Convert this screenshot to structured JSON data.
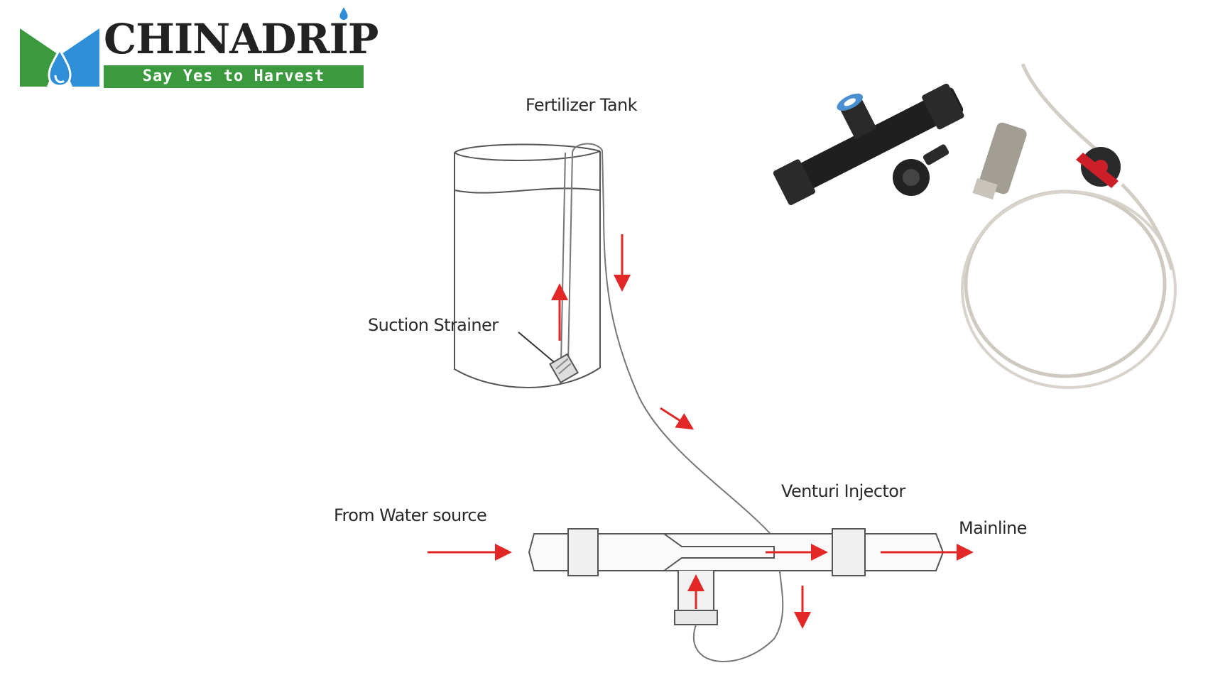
{
  "logo": {
    "brand": "CHINADRIP",
    "tagline": "Say Yes to Harvest"
  },
  "labels": {
    "fertilizer_tank": "Fertilizer Tank",
    "suction_strainer": "Suction Strainer",
    "venturi_injector": "Venturi Injector",
    "from_water_source": "From Water source",
    "mainline": "Mainline"
  },
  "colors": {
    "brand_green": "#3c9a3e",
    "brand_blue": "#2e8fd8",
    "flow_arrow": "#e32626",
    "line_art": "#555555"
  }
}
